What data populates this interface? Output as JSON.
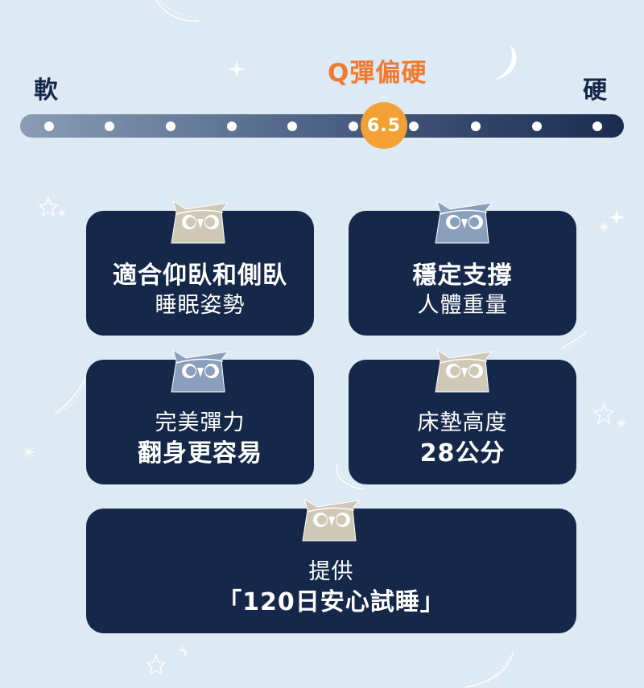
{
  "scale": {
    "soft_label": "軟",
    "hard_label": "硬",
    "title": "Q彈偏硬",
    "value": "6.5",
    "dot_count": 10,
    "colors": {
      "title": "#f07a32",
      "marker": "#f2a234",
      "bar_start": "#8b9db5",
      "bar_end": "#1a2b4f"
    }
  },
  "cards": [
    {
      "line1": "適合仰臥和側臥",
      "line2": "睡眠姿勢",
      "owl_color": "#cfc8b6"
    },
    {
      "line1": "穩定支撐",
      "line2": "人體重量",
      "owl_color": "#8a9fbb"
    },
    {
      "line1": "完美彈力",
      "line2": "翻身更容易",
      "owl_color": "#8a9fbb"
    },
    {
      "line1": "床墊高度",
      "line2": "28公分",
      "owl_color": "#cfc8b6"
    },
    {
      "line1": "提供",
      "line2": "「120日安心試睡」",
      "owl_color": "#cfc8b6"
    }
  ],
  "colors": {
    "background": "#dde9f3",
    "card": "#15284a",
    "text_dark": "#15284a"
  }
}
